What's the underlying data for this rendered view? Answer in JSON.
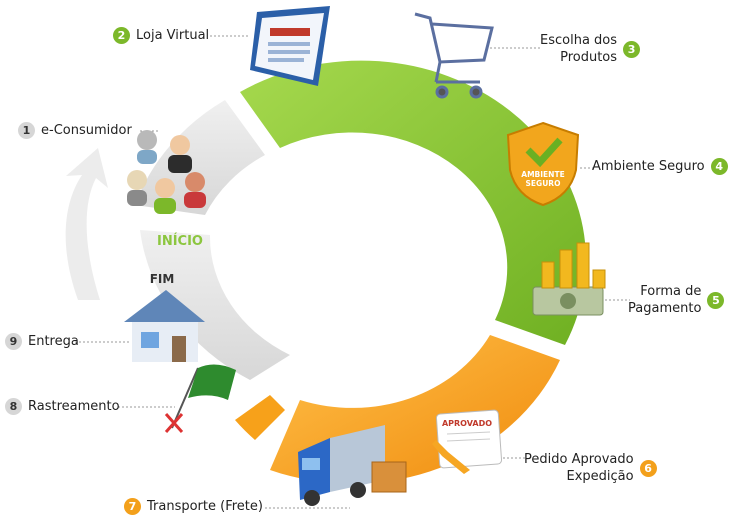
{
  "steps": [
    {
      "num": "1",
      "text": "e-Consumidor"
    },
    {
      "num": "2",
      "text": "Loja Virtual"
    },
    {
      "num": "3",
      "line1": "Escolha dos",
      "line2": "Produtos"
    },
    {
      "num": "4",
      "text": "Ambiente Seguro"
    },
    {
      "num": "5",
      "line1": "Forma de",
      "line2": "Pagamento"
    },
    {
      "num": "6",
      "line1": "Pedido Aprovado",
      "line2": "Expedição"
    },
    {
      "num": "7",
      "text": "Transporte (Frete)"
    },
    {
      "num": "8",
      "text": "Rastreamento"
    },
    {
      "num": "9",
      "text": "Entrega"
    }
  ],
  "markers": {
    "start": "INÍCIO",
    "end": "FIM"
  },
  "icon_text": {
    "shield_line1": "AMBIENTE",
    "shield_line2": "SEGURO",
    "approved": "APROVADO"
  },
  "colors": {
    "green": "#8cc63f",
    "orange": "#f7a11a",
    "gray": "#e3e3e3",
    "dark_green": "#6aa822"
  }
}
